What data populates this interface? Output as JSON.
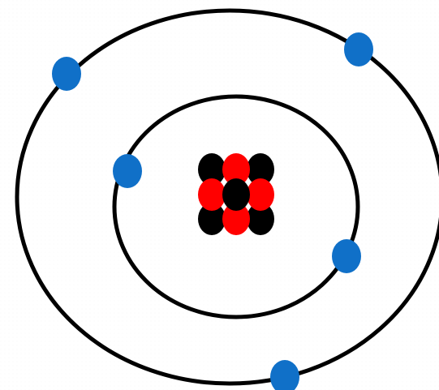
{
  "colors": {
    "orbit": "#000000",
    "electron": "#1070c8",
    "proton": "#ff0000",
    "neutron": "#000000",
    "background": "#ffffff"
  },
  "atom": {
    "orbits": [
      "inner-shell",
      "outer-shell"
    ],
    "electrons": [
      {
        "shell": "outer",
        "label": ""
      },
      {
        "shell": "outer",
        "label": ""
      },
      {
        "shell": "outer",
        "label": ""
      },
      {
        "shell": "inner",
        "label": ""
      },
      {
        "shell": "inner",
        "label": ""
      }
    ],
    "nucleus": [
      "neutron",
      "proton",
      "neutron",
      "proton",
      "neutron",
      "proton",
      "neutron",
      "proton",
      "neutron"
    ]
  }
}
